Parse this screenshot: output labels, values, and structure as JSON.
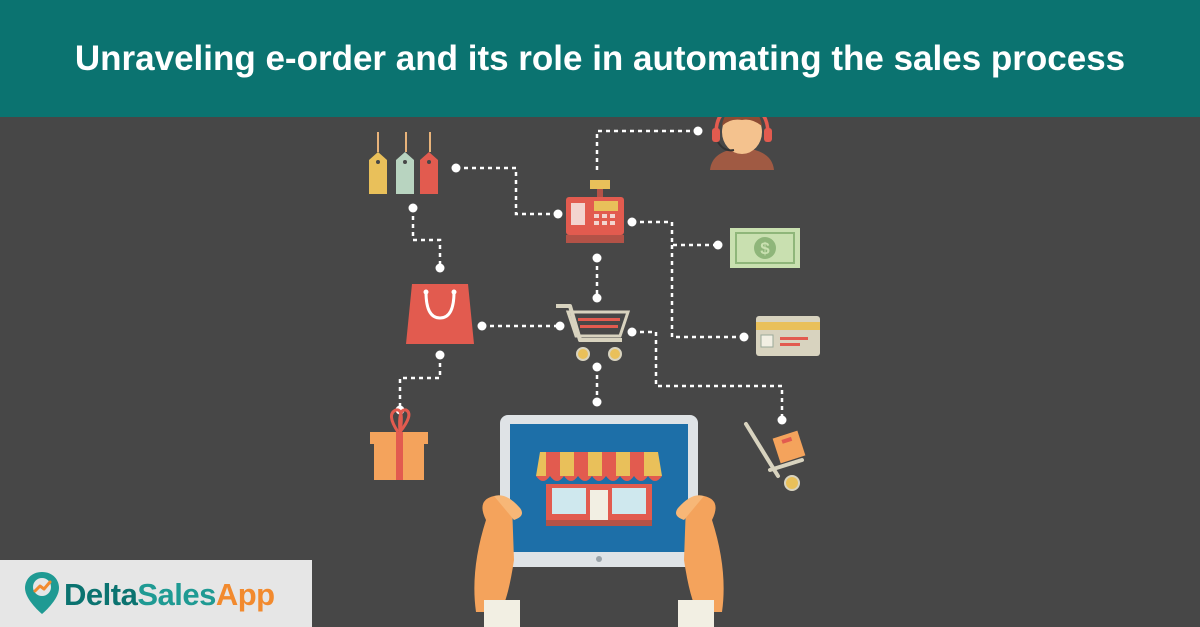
{
  "banner": {
    "title": "Unraveling e-order and its role in automating the sales process"
  },
  "logo": {
    "part1": "Delta",
    "part2": "Sales",
    "part3": "App",
    "icon": "map-pin-chart-icon"
  },
  "colors": {
    "banner": "#0b7370",
    "background": "#474747",
    "accent_orange": "#f28a2e",
    "accent_red": "#e25b4f"
  },
  "illustration": {
    "icons": [
      "price-tags-icon",
      "cash-register-icon",
      "support-agent-icon",
      "dollar-bill-icon",
      "credit-card-icon",
      "shopping-bag-icon",
      "shopping-cart-icon",
      "gift-box-icon",
      "hand-truck-icon",
      "tablet-storefront-icon"
    ]
  }
}
